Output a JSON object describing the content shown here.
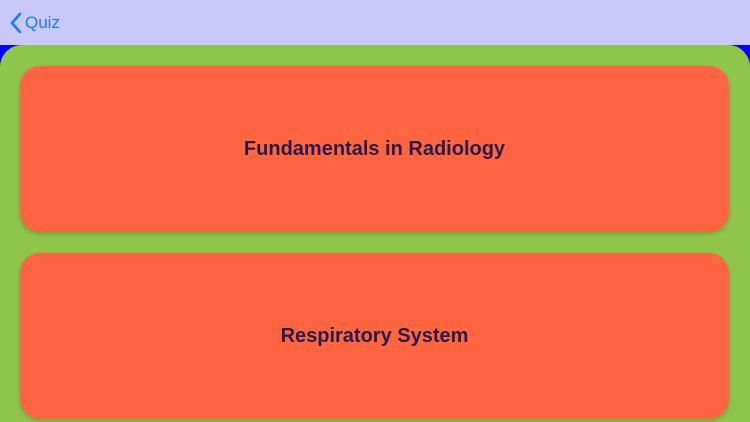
{
  "navbar": {
    "back_label": "Quiz",
    "back_icon": "chevron-left-icon"
  },
  "topics": [
    {
      "title": "Fundamentals in Radiology"
    },
    {
      "title": "Respiratory System"
    }
  ],
  "colors": {
    "navbar_bg": "#c8c8fa",
    "accent": "#1a7cf5",
    "background": "#0a00ff",
    "content_bg": "#8ec54a",
    "card_bg": "#ff6540",
    "card_text": "#2a1a4a"
  }
}
